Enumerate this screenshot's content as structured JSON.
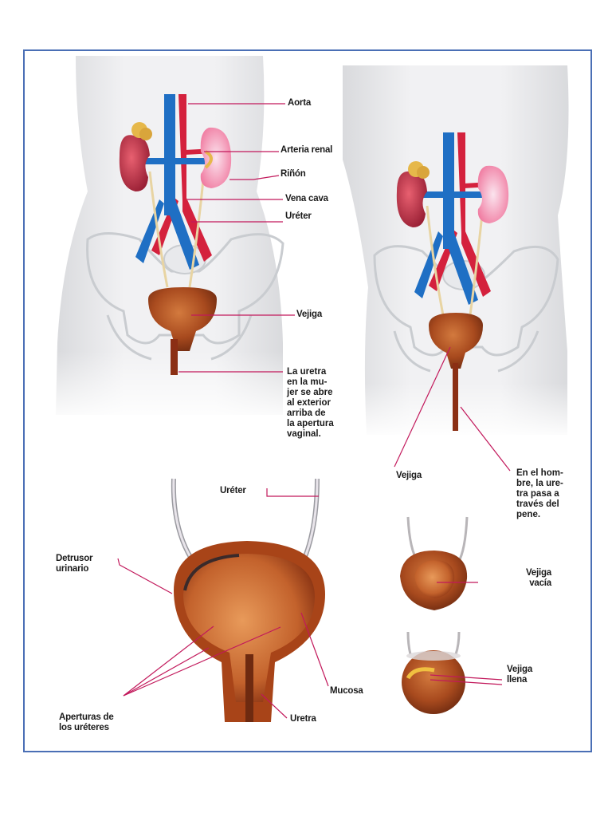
{
  "labels": {
    "aorta": "Aorta",
    "arteria_renal": "Arteria renal",
    "rinon": "Riñón",
    "vena_cava": "Vena cava",
    "ureter_top": "Uréter",
    "vejiga_female": "Vejiga",
    "uretra_female_lines": [
      "La uretra",
      "en la mu-",
      "jer se abre",
      "al exterior",
      "arriba de",
      "la apertura",
      "vaginal."
    ],
    "vejiga_male": "Vejiga",
    "uretra_male_lines": [
      "En el hom-",
      "bre, la ure-",
      "tra pasa a",
      "través del",
      "pene."
    ],
    "ureter_bottom": "Uréter",
    "detrusor_lines": [
      "Detrusor",
      "urinario"
    ],
    "mucosa": "Mucosa",
    "aperturas_lines": [
      "Aperturas de",
      "los uréteres"
    ],
    "uretra_bottom": "Uretra",
    "vejiga_vacia_lines": [
      "Vejiga",
      "vacía"
    ],
    "vejiga_llena_lines": [
      "Vejiga",
      "llena"
    ]
  },
  "colors": {
    "frame": "#4a6fb5",
    "leader": "#c2185b",
    "aorta": "#d4213d",
    "vena": "#1f6fc4",
    "bladder": "#a84a1e",
    "kidney": "#c0394d"
  }
}
